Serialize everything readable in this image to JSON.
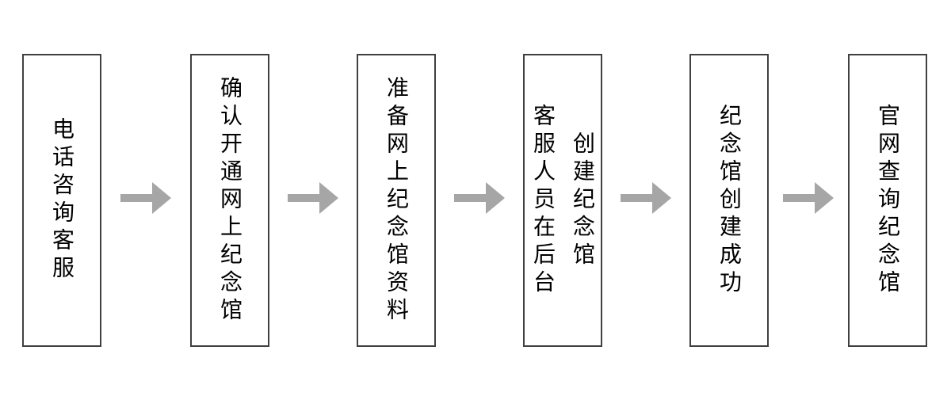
{
  "flowchart": {
    "type": "process-flow",
    "direction": "left-to-right",
    "connector_style": "block-arrow-right",
    "colors": {
      "background": "#ffffff",
      "box_border": "#404040",
      "box_fill": "#ffffff",
      "arrow": "#a6a6a6",
      "text": "#000000"
    },
    "steps": [
      {
        "label": "电话咨询客服"
      },
      {
        "label": "确认开通网上纪念馆"
      },
      {
        "label": "准备网上纪念馆资料"
      },
      {
        "label": "客服人员在后台创建纪念馆",
        "columns": [
          "客服人员在后台",
          "创建纪念馆"
        ]
      },
      {
        "label": "纪念馆创建成功"
      },
      {
        "label": "官网查询纪念馆"
      }
    ]
  }
}
